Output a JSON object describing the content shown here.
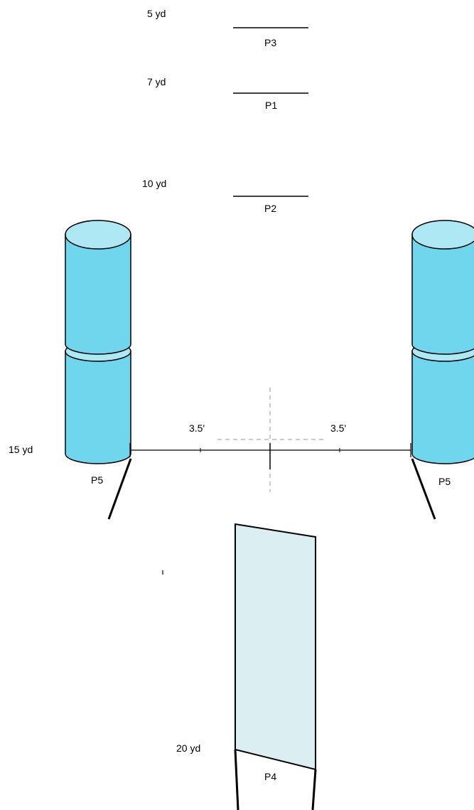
{
  "distances": {
    "d5": "5 yd",
    "d7": "7 yd",
    "d10": "10 yd",
    "d15": "15 yd",
    "d20": "20 yd"
  },
  "positions": {
    "p3": "P3",
    "p1": "P1",
    "p2": "P2",
    "p5_left": "P5",
    "p5_right": "P5",
    "p4": "P4"
  },
  "spacing": {
    "left": "3.5'",
    "right": "3.5'"
  },
  "colors": {
    "dummy_fill": "#6fd6ee",
    "dummy_top": "#aee8f5",
    "shield_fill": "#dbeef2",
    "line": "#000000",
    "dashed": "#999999"
  }
}
